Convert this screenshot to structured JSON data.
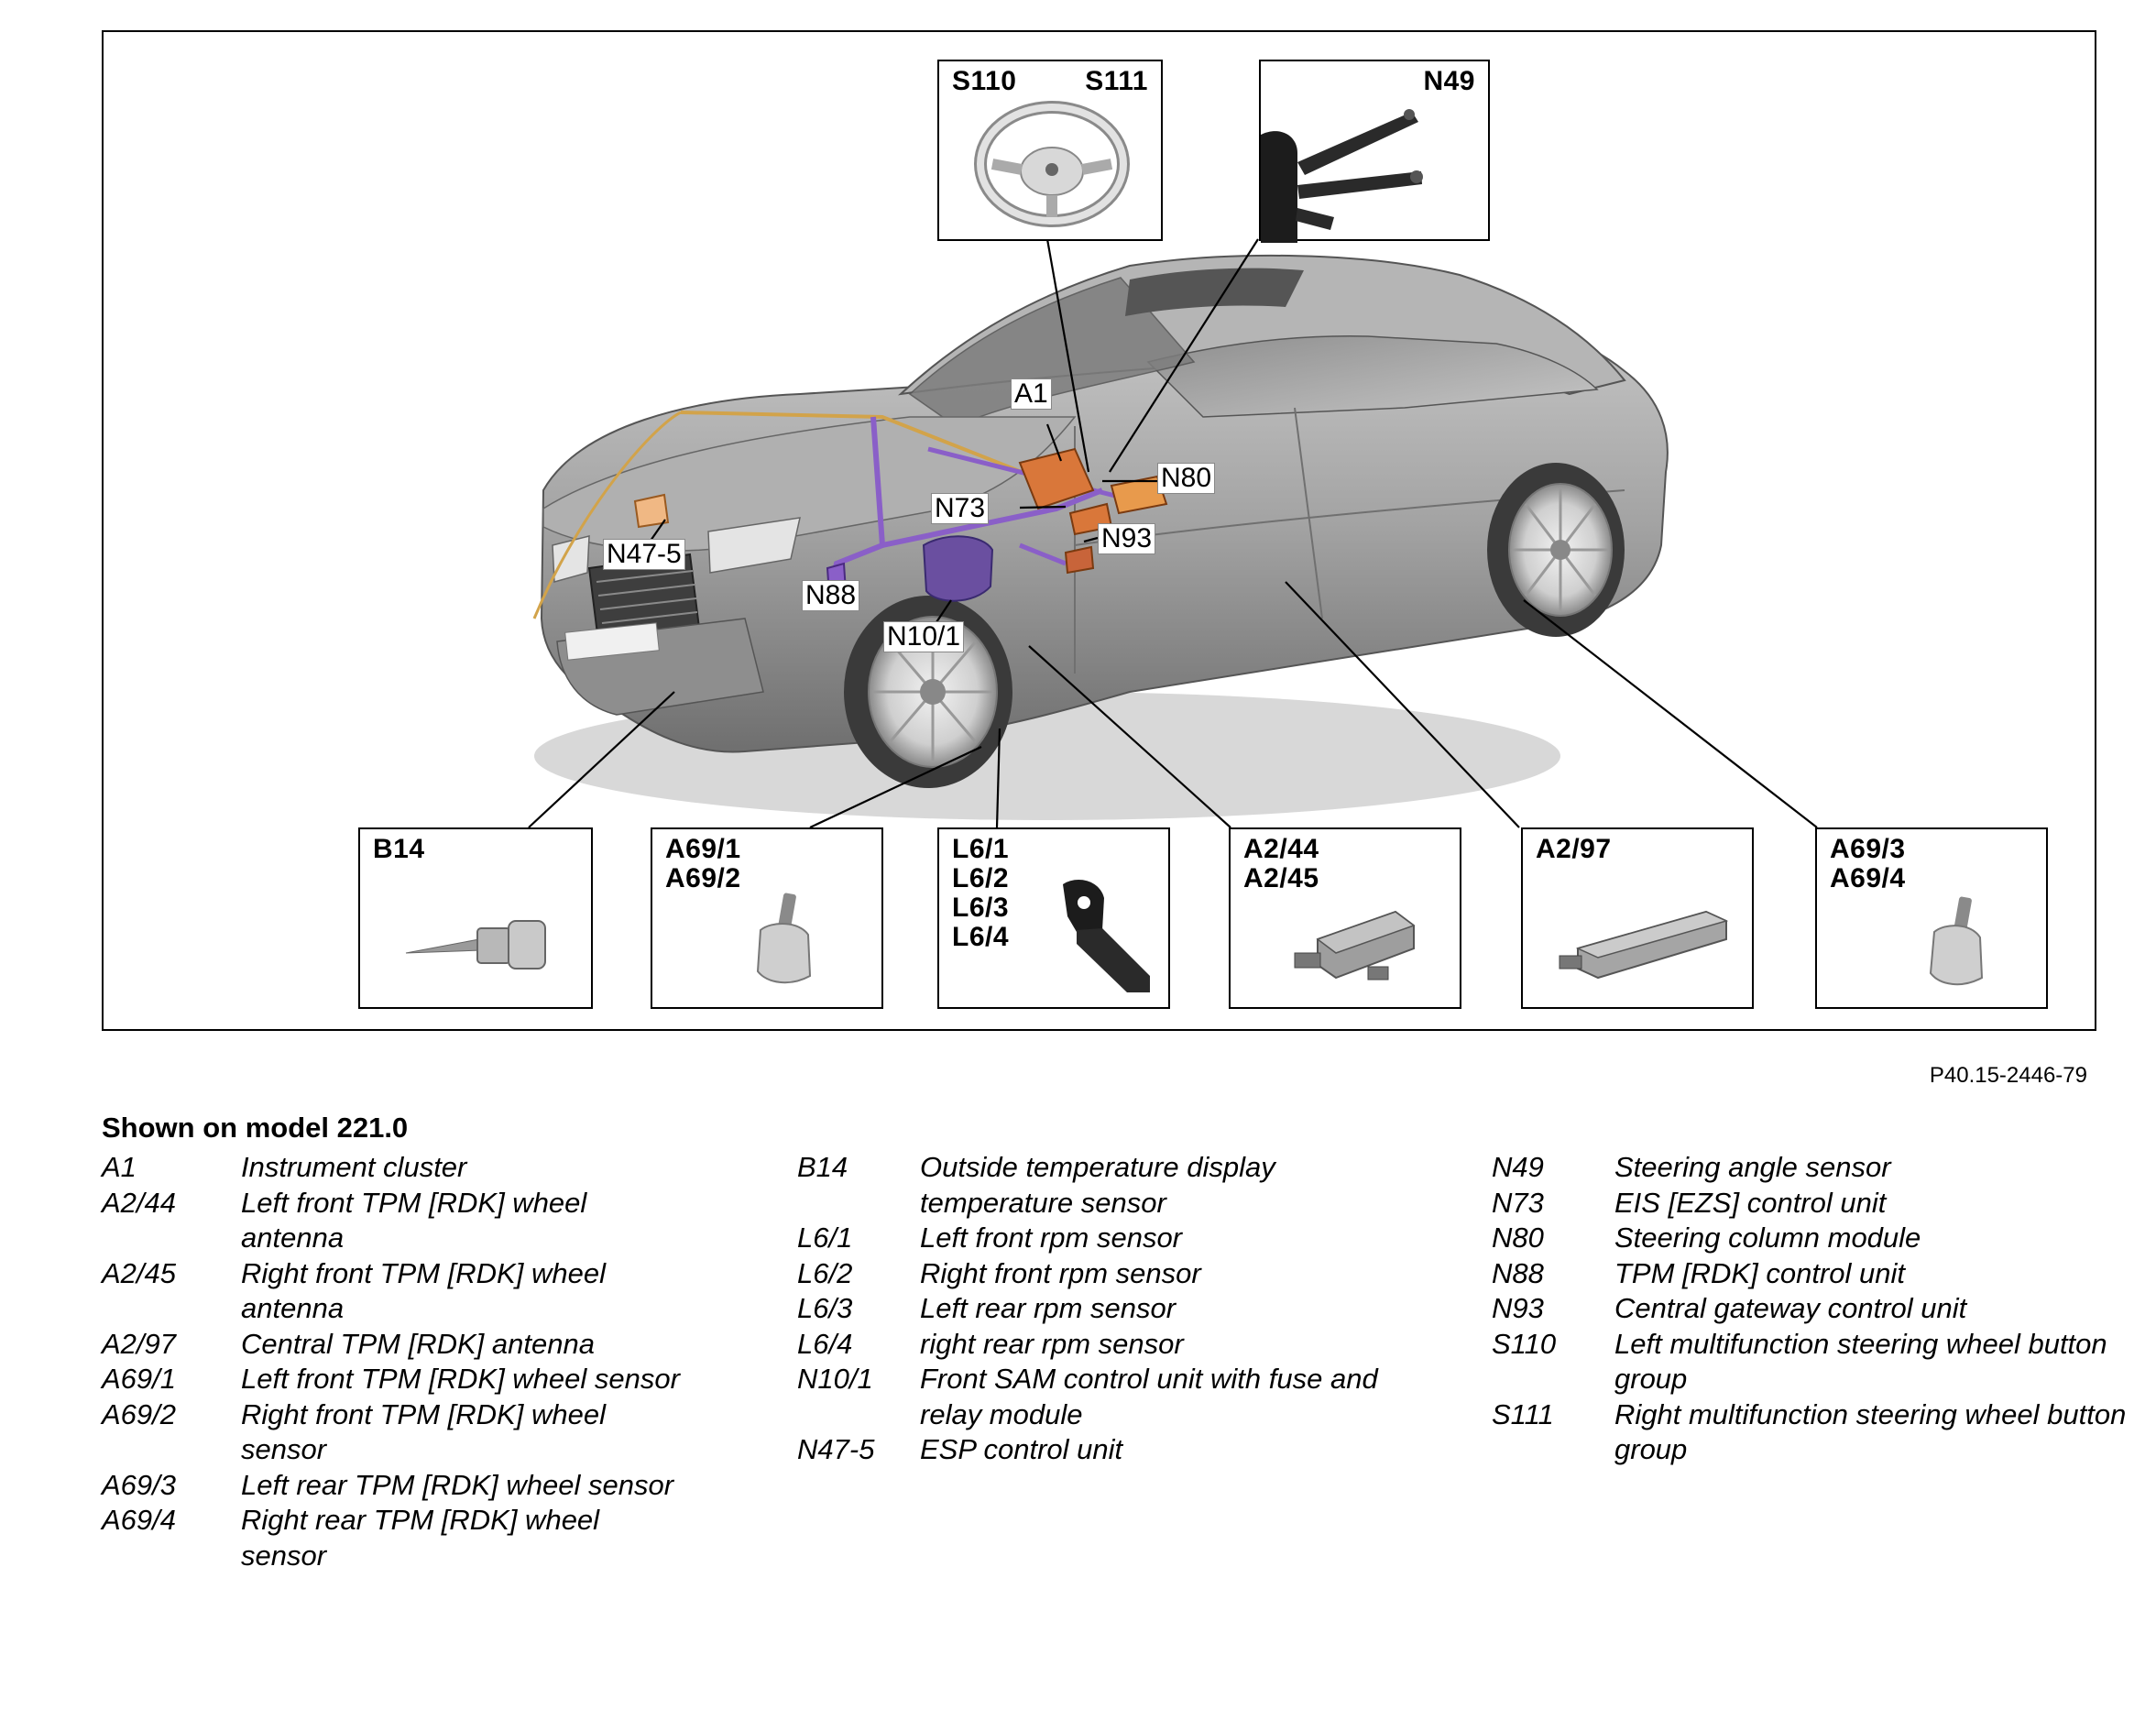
{
  "figure": {
    "reference": "P40.15-2446-79",
    "top_boxes": [
      {
        "id": "steering_wheel",
        "labels": [
          "S110",
          "S111"
        ],
        "icon": "steering-wheel-icon"
      },
      {
        "id": "stalk",
        "labels": [
          "N49"
        ],
        "icon": "steering-column-stalk-icon"
      }
    ],
    "bottom_boxes": [
      {
        "id": "b14",
        "label": "B14",
        "icon": "temperature-sensor-icon"
      },
      {
        "id": "a69_front",
        "label": "A69/1\nA69/2",
        "icon": "tire-pressure-sensor-icon"
      },
      {
        "id": "l6",
        "label": "L6/1\nL6/2\nL6/3\nL6/4",
        "icon": "rpm-sensor-icon"
      },
      {
        "id": "a2_44",
        "label": "A2/44\nA2/45",
        "icon": "wheel-antenna-icon"
      },
      {
        "id": "a2_97",
        "label": "A2/97",
        "icon": "central-antenna-icon"
      },
      {
        "id": "a69_rear",
        "label": "A69/3\nA69/4",
        "icon": "tire-pressure-sensor-icon"
      }
    ],
    "callouts": {
      "a1": "A1",
      "n80": "N80",
      "n73": "N73",
      "n93": "N93",
      "n47_5": "N47-5",
      "n88": "N88",
      "n10_1": "N10/1"
    },
    "colors": {
      "car_body": "#9a9a9a",
      "control_unit_orange": "#d9773a",
      "sam_unit_purple": "#6a4fa0",
      "wiring_purple": "#8a5fc8"
    }
  },
  "legend": {
    "title": "Shown on model 221.0",
    "columns": [
      [
        {
          "code": "A1",
          "desc": "Instrument cluster"
        },
        {
          "code": "A2/44",
          "desc": "Left front TPM [RDK] wheel antenna"
        },
        {
          "code": "A2/45",
          "desc": "Right front TPM [RDK] wheel antenna"
        },
        {
          "code": "A2/97",
          "desc": "Central TPM [RDK] antenna"
        },
        {
          "code": "A69/1",
          "desc": "Left front TPM [RDK] wheel sensor"
        },
        {
          "code": "A69/2",
          "desc": "Right front TPM [RDK] wheel sensor"
        },
        {
          "code": "A69/3",
          "desc": "Left rear TPM [RDK] wheel sensor"
        },
        {
          "code": "A69/4",
          "desc": "Right rear TPM [RDK] wheel sensor"
        }
      ],
      [
        {
          "code": "B14",
          "desc": "Outside temperature display temperature sensor"
        },
        {
          "code": "L6/1",
          "desc": "Left front rpm sensor"
        },
        {
          "code": "L6/2",
          "desc": "Right front rpm sensor"
        },
        {
          "code": "L6/3",
          "desc": "Left rear rpm sensor"
        },
        {
          "code": "L6/4",
          "desc": "right rear rpm sensor"
        },
        {
          "code": "N10/1",
          "desc": "Front SAM control unit with fuse and relay module"
        },
        {
          "code": "N47-5",
          "desc": "ESP control unit"
        }
      ],
      [
        {
          "code": "N49",
          "desc": "Steering angle sensor"
        },
        {
          "code": "N73",
          "desc": "EIS [EZS] control unit"
        },
        {
          "code": "N80",
          "desc": "Steering column module"
        },
        {
          "code": "N88",
          "desc": "TPM [RDK] control unit"
        },
        {
          "code": "N93",
          "desc": "Central gateway control unit"
        },
        {
          "code": "S110",
          "desc": "Left multifunction steering wheel button group"
        },
        {
          "code": "S111",
          "desc": "Right multifunction steering wheel button group"
        }
      ]
    ]
  }
}
